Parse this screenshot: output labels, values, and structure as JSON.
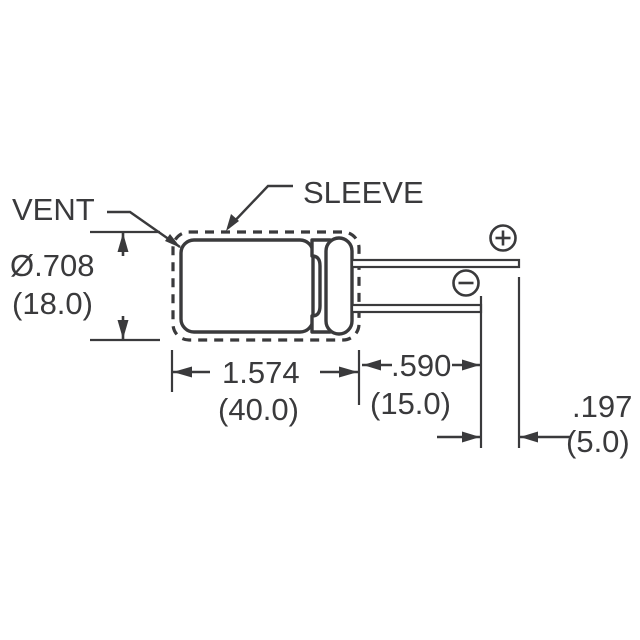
{
  "drawing": {
    "type": "mechanical-outline-drawing",
    "subject": "radial-electrolytic-capacitor",
    "units_note": "inches (millimeters)",
    "background_color": "#ffffff",
    "line_color": "#3a3a3c"
  },
  "labels": {
    "vent": "VENT",
    "sleeve": "SLEEVE"
  },
  "dimensions": {
    "diameter": {
      "primary": "Ø.708",
      "secondary": "(18.0)",
      "orientation": "vertical",
      "name": "body-diameter"
    },
    "body_length": {
      "primary": "1.574",
      "secondary": "(40.0)",
      "orientation": "horizontal",
      "name": "body-length"
    },
    "lead_length": {
      "primary": ".590",
      "secondary": "(15.0)",
      "orientation": "horizontal",
      "name": "lead-length"
    },
    "lead_spacing": {
      "primary": ".197",
      "secondary": "(5.0)",
      "orientation": "horizontal",
      "name": "lead-spacing"
    }
  },
  "polarity": {
    "positive_symbol": "⊕",
    "positive_name": "positive-terminal-marker",
    "negative_symbol": "⊖",
    "negative_name": "negative-terminal-marker"
  }
}
